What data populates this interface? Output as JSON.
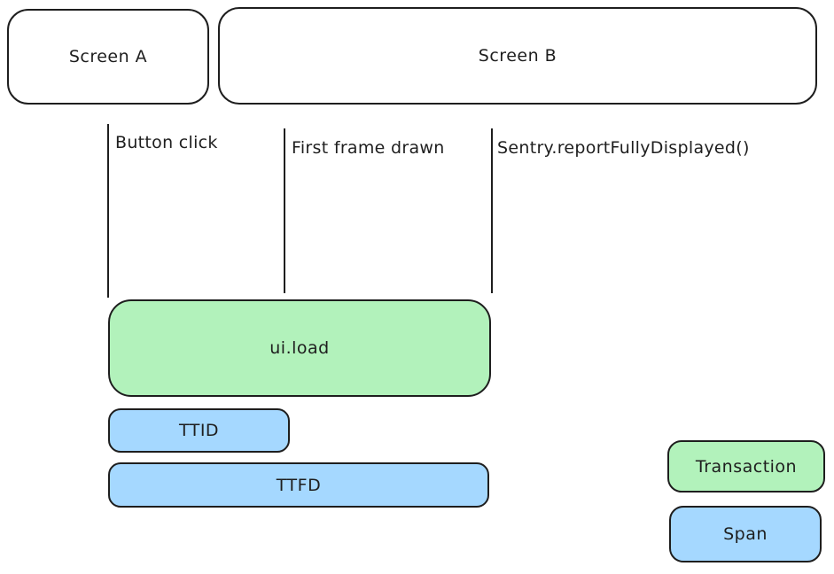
{
  "screens": {
    "screen_a": {
      "label": "Screen A"
    },
    "screen_b": {
      "label": "Screen B"
    }
  },
  "events": [
    {
      "label": "Button click"
    },
    {
      "label": "First frame drawn"
    },
    {
      "label": "Sentry.reportFullyDisplayed()"
    }
  ],
  "spans": {
    "ui_load": {
      "label": "ui.load"
    },
    "ttid": {
      "label": "TTID"
    },
    "ttfd": {
      "label": "TTFD"
    }
  },
  "legend": {
    "transaction": {
      "label": "Transaction"
    },
    "span": {
      "label": "Span"
    }
  },
  "colors": {
    "transaction_fill": "#b2f2bb",
    "span_fill": "#a5d8ff",
    "stroke": "#1e1e1e"
  }
}
